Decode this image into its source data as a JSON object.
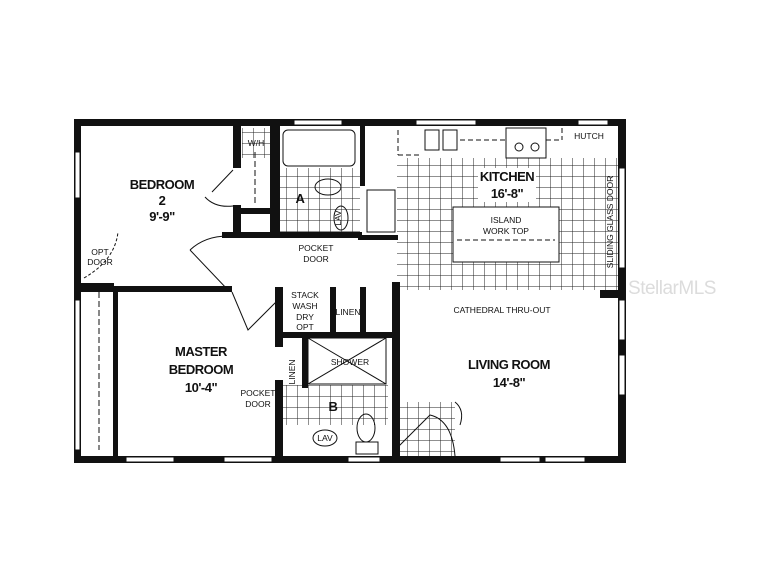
{
  "rooms": {
    "bedroom2": {
      "name": "BEDROOM",
      "number": "2",
      "size": "9'-9\""
    },
    "master": {
      "line1": "MASTER",
      "line2": "BEDROOM",
      "size": "10'-4\""
    },
    "kitchen": {
      "name": "KITCHEN",
      "size": "16'-8\""
    },
    "living": {
      "name": "LIVING ROOM",
      "size": "14'-8\"",
      "note": "CATHEDRAL THRU-OUT"
    }
  },
  "labels": {
    "wh": "W/H",
    "bath_a": "A",
    "bath_b": "B",
    "lav_a": "LAV",
    "lav_b": "LAV",
    "pocket_door_hall": [
      "POCKET",
      "DOOR"
    ],
    "pocket_door_master": [
      "POCKET",
      "DOOR"
    ],
    "opt_door": [
      "OPT",
      "DOOR"
    ],
    "stack": [
      "STACK",
      "WASH",
      "DRY",
      "OPT"
    ],
    "linen_top": "LINEN",
    "linen_side": "LINEN",
    "shower": "SHOWER",
    "island": [
      "ISLAND",
      "WORK TOP"
    ],
    "hutch": "HUTCH",
    "sliding_door": "SLIDING GLASS DOOR"
  },
  "watermark": "StellarMLS",
  "colors": {
    "wall": "#111111",
    "watermark": "#dcdcdc"
  }
}
